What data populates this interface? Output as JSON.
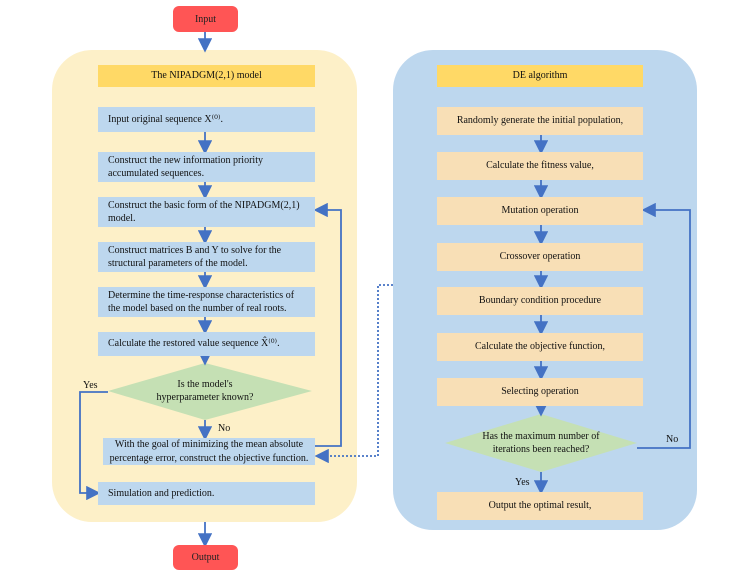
{
  "input_label": "Input",
  "output_label": "Output",
  "left": {
    "title": "The NIPADGM(2,1) model",
    "steps": [
      "Input original sequence X⁽⁰⁾.",
      "Construct the new information priority accumulated sequences.",
      "Construct the basic form of the NIPADGM(2,1) model.",
      "Construct matrices B and Y to solve for the structural parameters of the model.",
      "Determine the time-response characteristics of the model based on the number of real roots.",
      "Calculate the restored value sequence X̂⁽⁰⁾.",
      "With the goal of minimizing the mean absolute percentage error, construct the objective function.",
      "Simulation and prediction."
    ],
    "decision": "Is the model's hyperparameter known?",
    "yes": "Yes",
    "no": "No"
  },
  "right": {
    "title": "DE algorithm",
    "steps": [
      "Randomly generate the initial population,",
      "Calculate the fitness value,",
      "Mutation operation",
      "Crossover operation",
      "Boundary condition procedure",
      "Calculate the objective function,",
      "Selecting operation",
      "Output the optimal result,"
    ],
    "decision": "Has the maximum number of iterations been reached?",
    "yes": "Yes",
    "no": "No"
  },
  "colors": {
    "terminal": "#ff5555",
    "left_panel": "#fdf0c8",
    "right_panel": "#bdd7ee",
    "title_box": "#ffd966",
    "step_left": "#bdd7ee",
    "step_right": "#f8dfb6",
    "decision": "#c5e0b4",
    "arrow": "#4472c4"
  }
}
